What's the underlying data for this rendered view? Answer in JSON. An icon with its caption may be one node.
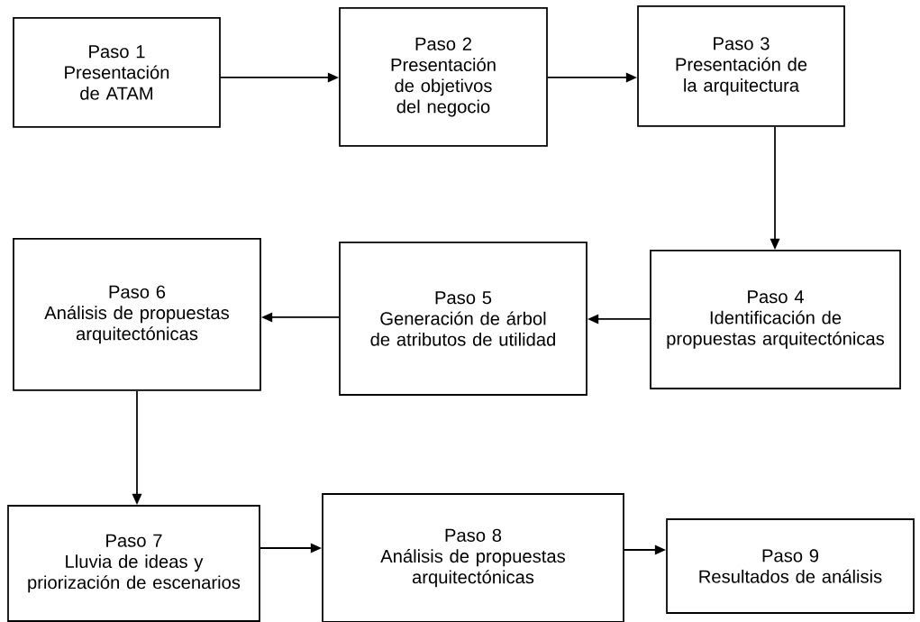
{
  "diagram": {
    "nodes": [
      {
        "text": [
          "Paso 1",
          "Presentación de ATAM"
        ]
      },
      {
        "text": [
          "Paso 2",
          "Presentación de objetivos del negocio"
        ]
      },
      {
        "text": [
          "Paso 3",
          "Presentación de la arquitectura"
        ]
      },
      {
        "text": [
          "Paso 4",
          "Identificación de propuestas arquitectónicas"
        ]
      },
      {
        "text": [
          "Paso 5",
          "Generación de árbol de atributos de utilidad"
        ]
      },
      {
        "text": [
          "Paso 6",
          "Análisis de propuestas arquitectónicas"
        ]
      },
      {
        "text": [
          "Paso 7",
          "Lluvia de ideas y priorización de escenarios"
        ]
      },
      {
        "text": [
          "Paso 8",
          "Análisis de propuestas arquitectónicas"
        ]
      },
      {
        "text": [
          "Paso 9",
          "Resultados de análisis"
        ]
      }
    ],
    "edges": [
      {
        "from": 0,
        "to": 1,
        "arrow": "to"
      },
      {
        "from": 1,
        "to": 2,
        "arrow": "to"
      },
      {
        "from": 2,
        "to": 3,
        "arrow": "to"
      },
      {
        "from": 3,
        "to": 4,
        "arrow": "to"
      },
      {
        "from": 4,
        "to": 5,
        "arrow": "to"
      },
      {
        "from": 5,
        "to": 6,
        "arrow": "to"
      },
      {
        "from": 6,
        "to": 7,
        "arrow": "to"
      },
      {
        "from": 7,
        "to": 8,
        "arrow": "to"
      }
    ]
  }
}
